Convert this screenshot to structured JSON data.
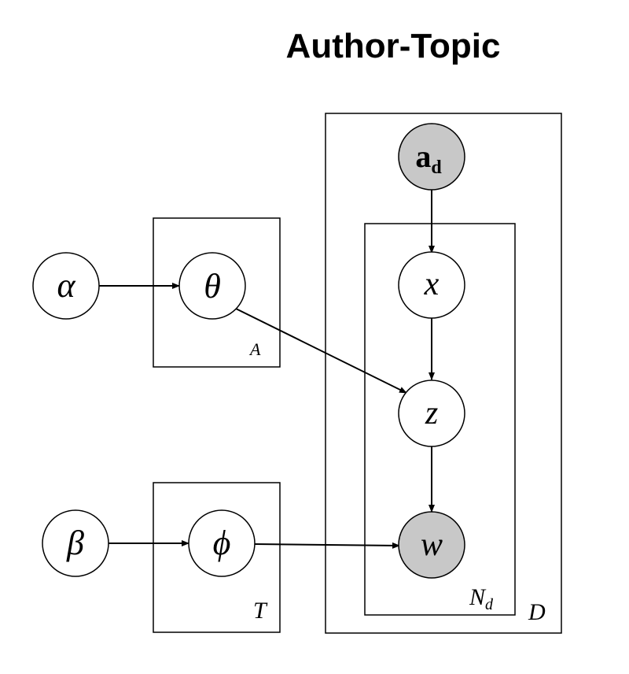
{
  "title": "Author-Topic",
  "colors": {
    "observed_fill": "#c8c8c8",
    "latent_fill": "#ffffff",
    "stroke": "#000000"
  },
  "nodes": {
    "alpha": {
      "label": "α",
      "observed": false
    },
    "theta": {
      "label": "θ",
      "observed": false
    },
    "beta": {
      "label": "β",
      "observed": false
    },
    "phi": {
      "label": "ϕ",
      "observed": false
    },
    "ad": {
      "label_main": "a",
      "label_sub": "d",
      "observed": true
    },
    "x": {
      "label": "x",
      "observed": false
    },
    "z": {
      "label": "z",
      "observed": false
    },
    "w": {
      "label": "w",
      "observed": true
    }
  },
  "plates": {
    "A": {
      "label": "A"
    },
    "T": {
      "label": "T"
    },
    "D": {
      "label": "D"
    },
    "Nd": {
      "label_main": "N",
      "label_sub": "d"
    }
  },
  "edges": [
    {
      "from": "alpha",
      "to": "theta"
    },
    {
      "from": "theta",
      "to": "z"
    },
    {
      "from": "beta",
      "to": "phi"
    },
    {
      "from": "phi",
      "to": "w"
    },
    {
      "from": "ad",
      "to": "x"
    },
    {
      "from": "x",
      "to": "z"
    },
    {
      "from": "z",
      "to": "w"
    }
  ]
}
